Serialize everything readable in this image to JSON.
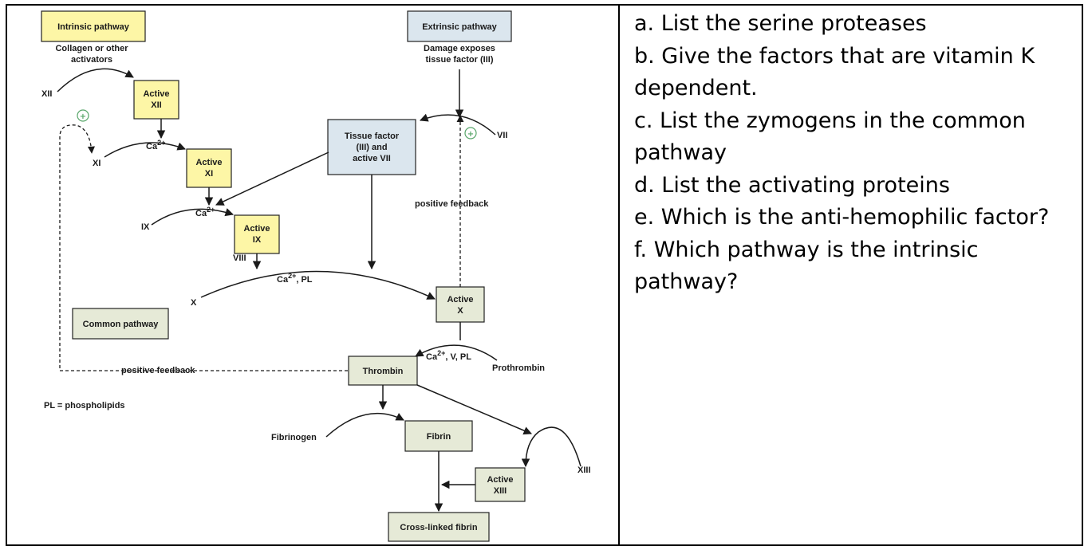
{
  "diagram": {
    "intrinsic_pathway": "Intrinsic pathway",
    "collagen_1": "Collagen or other",
    "collagen_2": "activators",
    "extrinsic_pathway": "Extrinsic pathway",
    "damage_1": "Damage exposes",
    "damage_2": "tissue factor (III)",
    "xii": "XII",
    "active_xii_1": "Active",
    "active_xii_2": "XII",
    "xi": "XI",
    "ca_1": "Ca",
    "active_xi_1": "Active",
    "active_xi_2": "XI",
    "tissue_1": "Tissue factor",
    "tissue_2": "(III) and",
    "tissue_3": "active VII",
    "vii": "VII",
    "plus_sign": "+",
    "positive_feedback_vertical": "positive feedback",
    "ix": "IX",
    "ca_2": "Ca",
    "active_ix_1": "Active",
    "active_ix_2": "IX",
    "viii": "VIII",
    "ca_pl_ca": "Ca",
    "ca_pl_rest": ", PL",
    "x": "X",
    "active_x_1": "Active",
    "active_x_2": "X",
    "common_pathway": "Common pathway",
    "ca_v_pl_ca": "Ca",
    "ca_v_pl_rest": ", V, PL",
    "superscript": "2+",
    "prothrombin": "Prothrombin",
    "thrombin": "Thrombin",
    "positive_feedback_horizontal": "positive feedback",
    "pl_legend": "PL = phospholipids",
    "fibrinogen": "Fibrinogen",
    "fibrin": "Fibrin",
    "xiii": "XIII",
    "active_xiii_1": "Active",
    "active_xiii_2": "XIII",
    "cross_linked_fibrin": "Cross-linked fibrin"
  },
  "colors": {
    "intrinsic_box": "#fdf6a6",
    "extrinsic_box": "#dbe6ee",
    "common_box": "#e6ead7",
    "plus_marker": "#58a66a"
  },
  "questions": [
    "a. List the serine proteases",
    "b. Give the factors that are vitamin K dependent.",
    "c. List the zymogens in the common pathway",
    "d. List the activating proteins",
    "e. Which is the anti-hemophilic factor?",
    "f. Which pathway is the intrinsic pathway?"
  ]
}
